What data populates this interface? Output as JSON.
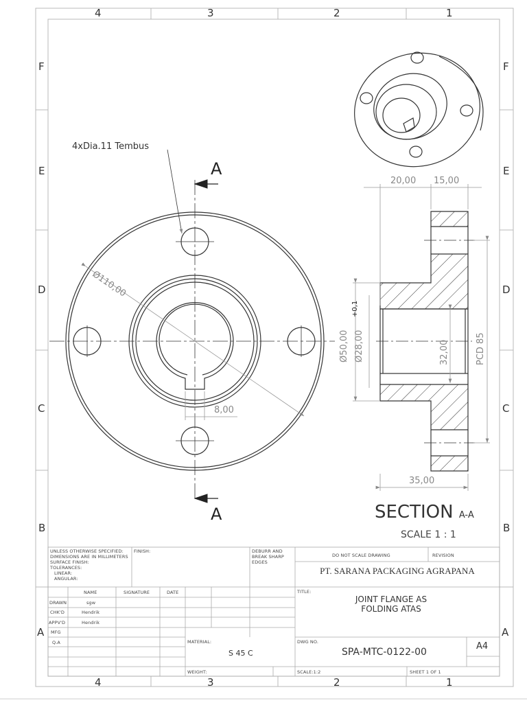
{
  "sheet": {
    "zones_columns": [
      "4",
      "3",
      "2",
      "1"
    ],
    "zones_rows": [
      "F",
      "E",
      "D",
      "C",
      "B",
      "A"
    ]
  },
  "front_view": {
    "callout": "4xDia.11 Tembus",
    "diameter_label": "Ø110,00",
    "keyway_width": "8,00",
    "section_mark": "A"
  },
  "section_view": {
    "dim_hub_length": "20,00",
    "dim_flange_thickness": "15,00",
    "dim_total_length": "35,00",
    "dim_outer_hub_dia": "Ø50,00",
    "dim_bore_dia": "Ø28,00",
    "dim_bore_tolerance": "+0,1",
    "dim_key_depth": "32,00",
    "dim_pcd": "PCD 85",
    "title": "SECTION",
    "title_suffix": "A-A",
    "scale": "SCALE 1 : 1"
  },
  "title_block": {
    "notes": [
      "UNLESS OTHERWISE SPECIFIED:",
      "DIMENSIONS ARE IN MILLIMETERS",
      "SURFACE FINISH:",
      "TOLERANCES:",
      "   LINEAR:",
      "   ANGULAR:"
    ],
    "finish_label": "FINISH:",
    "deburr_label": [
      "DEBURR AND",
      "BREAK SHARP",
      "EDGES"
    ],
    "do_not_scale": "DO NOT SCALE DRAWING",
    "revision_label": "REVISION",
    "company": "PT. SARANA PACKAGING AGRAPANA",
    "title_label": "TITLE:",
    "title_line1": "JOINT FLANGE AS",
    "title_line2": "FOLDING ATAS",
    "headers": {
      "name": "NAME",
      "signature": "SIGNATURE",
      "date": "DATE"
    },
    "rows": [
      {
        "role": "DRAWN",
        "name": "sgw"
      },
      {
        "role": "CHK'D",
        "name": "Hendrik"
      },
      {
        "role": "APPV'D",
        "name": "Hendrik"
      },
      {
        "role": "MFG",
        "name": ""
      },
      {
        "role": "Q.A",
        "name": ""
      }
    ],
    "material_label": "MATERIAL:",
    "material": "S 45 C",
    "weight_label": "WEIGHT:",
    "dwg_no_label": "DWG NO.",
    "dwg_no": "SPA-MTC-0122-00",
    "size": "A4",
    "scale": "SCALE:1:2",
    "sheet": "SHEET 1 OF 1"
  }
}
